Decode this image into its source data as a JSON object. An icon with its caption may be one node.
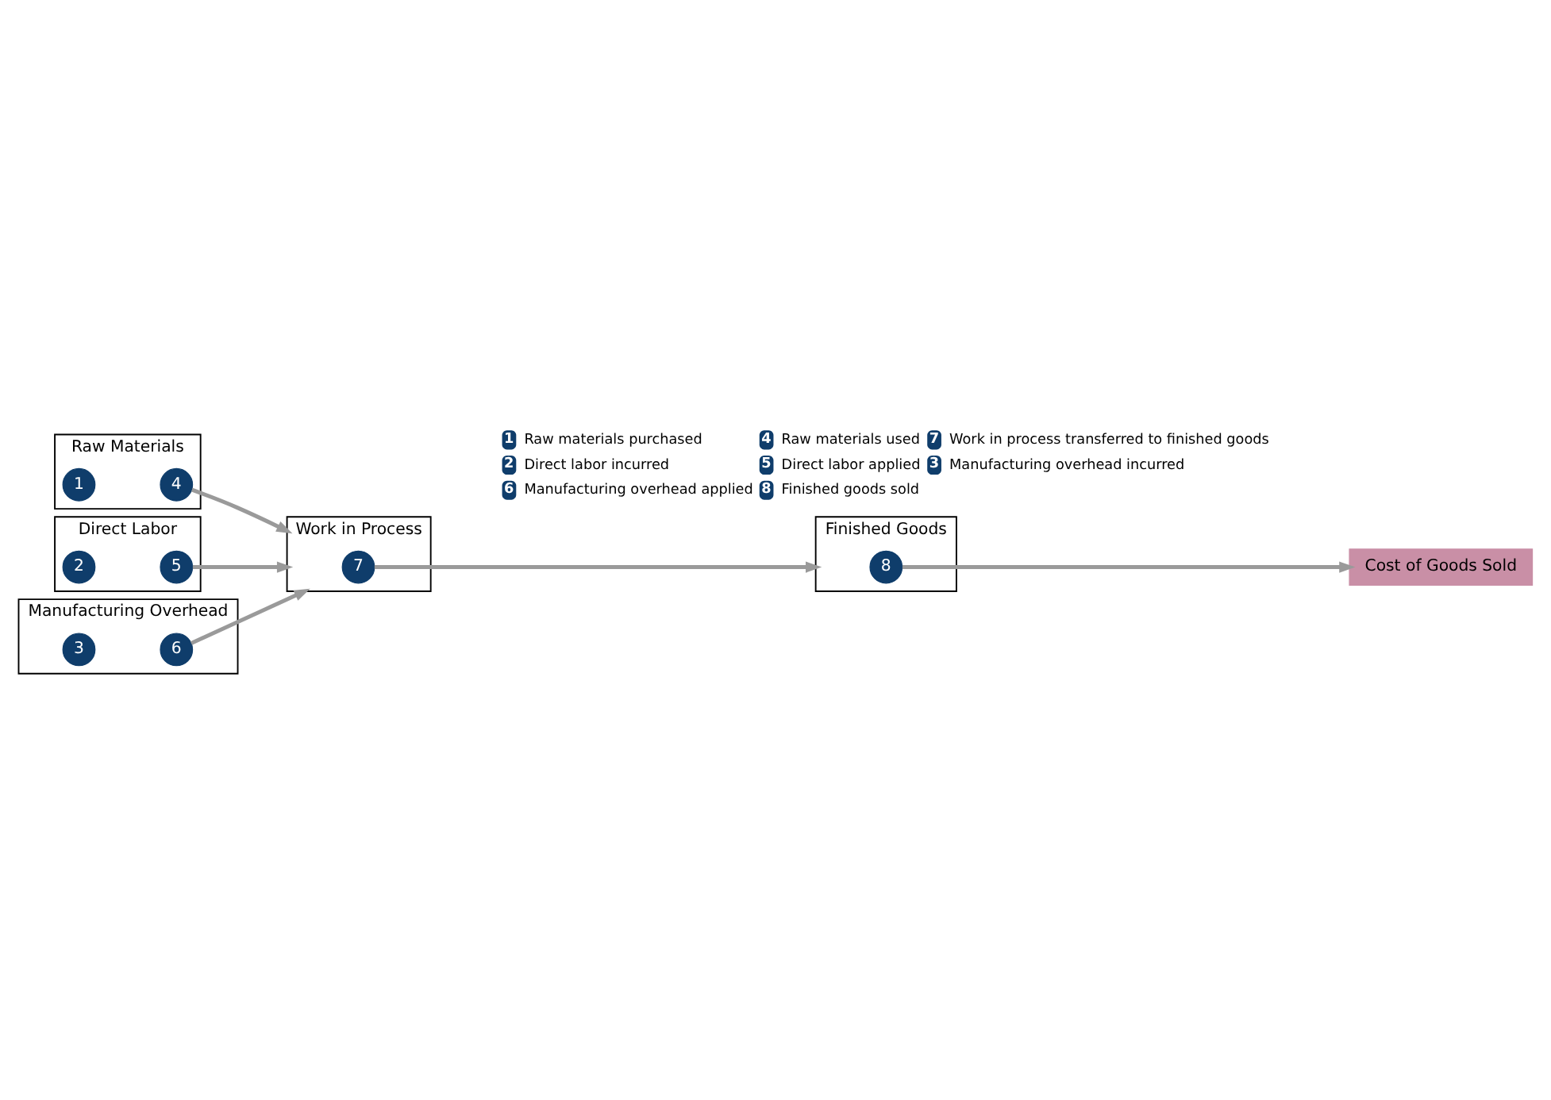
{
  "diagram": {
    "nodes": [
      {
        "text": [
          "Raw Materials"
        ]
      },
      {
        "text": [
          "1"
        ],
        "in": 0
      },
      {
        "text": [
          "4"
        ],
        "in": 0
      },
      {
        "text": [
          "Direct Labor"
        ]
      },
      {
        "text": [
          "2"
        ],
        "in": 3
      },
      {
        "text": [
          "5"
        ],
        "in": 3
      },
      {
        "text": [
          "Manufacturing Overhead"
        ]
      },
      {
        "text": [
          "3"
        ],
        "in": 6
      },
      {
        "text": [
          "6"
        ],
        "in": 6
      },
      {
        "text": [
          "Work in Process"
        ]
      },
      {
        "text": [
          "7"
        ],
        "in": 9
      },
      {
        "text": [
          "Finished Goods"
        ]
      },
      {
        "text": [
          "8"
        ],
        "in": 11
      },
      {
        "text": [
          "Cost of Goods Sold"
        ]
      }
    ],
    "edges": [
      {
        "from": 2,
        "to": 9,
        "arrow": "to"
      },
      {
        "from": 5,
        "to": 9,
        "arrow": "to"
      },
      {
        "from": 8,
        "to": 9,
        "arrow": "to"
      },
      {
        "from": 10,
        "to": 11,
        "arrow": "to"
      },
      {
        "from": 12,
        "to": 13,
        "arrow": "to"
      }
    ],
    "labels": [
      "1",
      "Raw materials purchased",
      "4",
      "Raw materials used",
      "7",
      "Work in process transferred to finished goods",
      "2",
      "Direct labor incurred",
      "5",
      "Direct labor applied",
      "3",
      "Manufacturing overhead incurred",
      "6",
      "Manufacturing overhead applied",
      "8",
      "Finished goods sold"
    ]
  }
}
